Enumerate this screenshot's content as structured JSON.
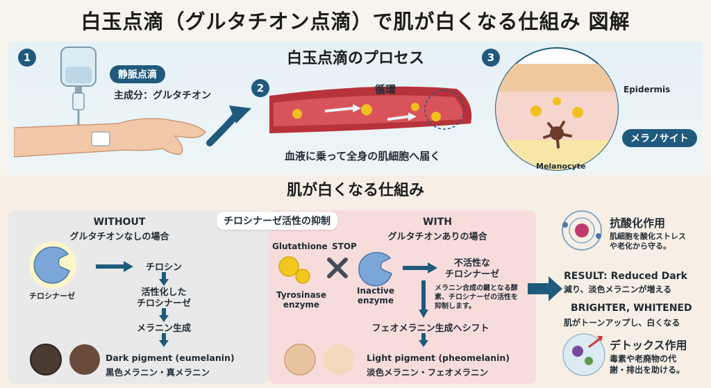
{
  "title": "白玉点滴（グルタチオン点滴）で肌が白くなる仕組み 図解",
  "process": {
    "title": "白玉点滴のプロセス",
    "step1": {
      "num": "1",
      "tag": "静脈点滴",
      "main_ingredient": "主成分：グルタチオン"
    },
    "step2": {
      "num": "2",
      "label": "循環",
      "caption": "血液に乗って全身の肌細胞へ届く"
    },
    "step3": {
      "num": "3",
      "epidermis": "Epidermis",
      "melanocyte_tag": "メラノサイト",
      "melanocyte_en": "Melanocyte"
    }
  },
  "mechanism": {
    "title": "肌が白くなる仕組み",
    "inhibition_tag": "チロシナーゼ活性の抑制",
    "without": {
      "title": "WITHOUT",
      "subtitle": "グルタチオンなしの場合",
      "enzyme_label": "チロシナーゼ",
      "step1": "チロシン",
      "step2_line1": "活性化した",
      "step2_line2": "チロシナーゼ",
      "step3": "メラニン生成",
      "result_en": "Dark pigment (eumelanin)",
      "result_jp": "黒色メラニン・真メラニン"
    },
    "with": {
      "title": "WITH",
      "subtitle": "グルタチオンありの場合",
      "glutathione": "Glutathione",
      "stop": "STOP",
      "tyrosinase_line1": "Tyrosinase",
      "tyrosinase_line2": "enzyme",
      "inactive_line1": "Inactive",
      "inactive_line2": "enzyme",
      "inactive_jp_line1": "不活性な",
      "inactive_jp_line2": "チロシナーゼ",
      "note_line1": "メラニン合成の鍵となる酵",
      "note_line2": "素、チロシナーゼの活性を",
      "note_line3": "抑制します。",
      "shift": "フェオメラニン生成へシフト",
      "result_en": "Light pigment (pheomelanin)",
      "result_jp": "淡色メラニン・フェオメラニン"
    },
    "side": {
      "antioxidant_title": "抗酸化作用",
      "antioxidant_line1": "肌細胞を酸化ストレス",
      "antioxidant_line2": "や老化から守る。",
      "result_line1": "RESULT: Reduced Dark",
      "result_line2": "減り、淡色メラニンが増える",
      "brighter": "BRIGHTER, WHITENED",
      "brighter_sub": "肌がトーンアップし、白くなる",
      "detox_title": "デトックス作用",
      "detox_line1": "毒素や老廃物の代",
      "detox_line2": "謝・排出を助ける。"
    }
  },
  "colors": {
    "accent": "#1f5a7d",
    "vessel": "#b8323a",
    "gold": "#f0c020",
    "dark_melanin": "#5a3e2e",
    "light_melanin": "#eccfae"
  }
}
